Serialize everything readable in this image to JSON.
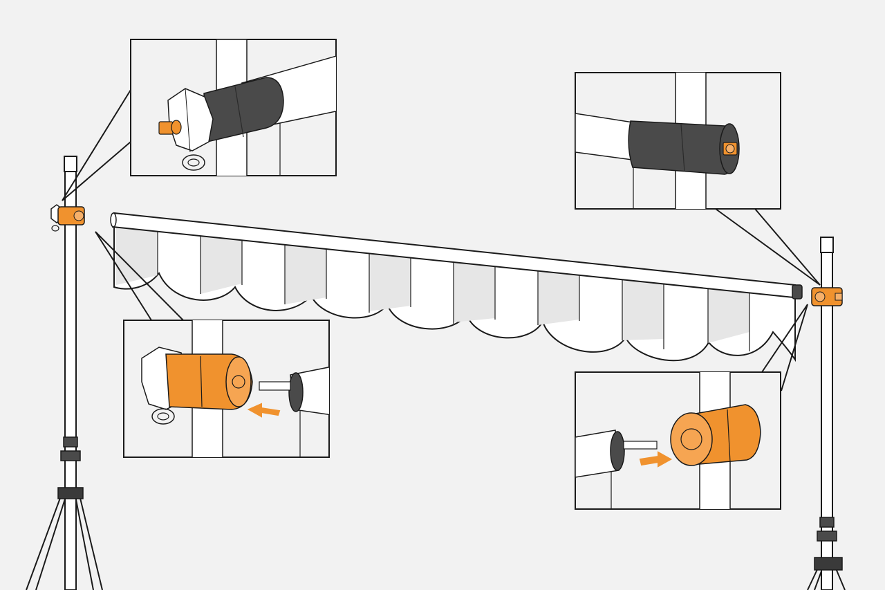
{
  "colors": {
    "background": "#f2f2f2",
    "bracket": "#f0922e",
    "dark_part": "#4a4a4a",
    "tube": "#ffffff",
    "outline": "#1a1a1a",
    "fabric": "#ffffff",
    "fabric_shade": "#e6e6e6",
    "arrow": "#f0922e"
  },
  "icons": {
    "insert_arrow": "orange-arrow",
    "bracket": "orange-mount-bracket",
    "end_cap": "dark-end-cap"
  }
}
